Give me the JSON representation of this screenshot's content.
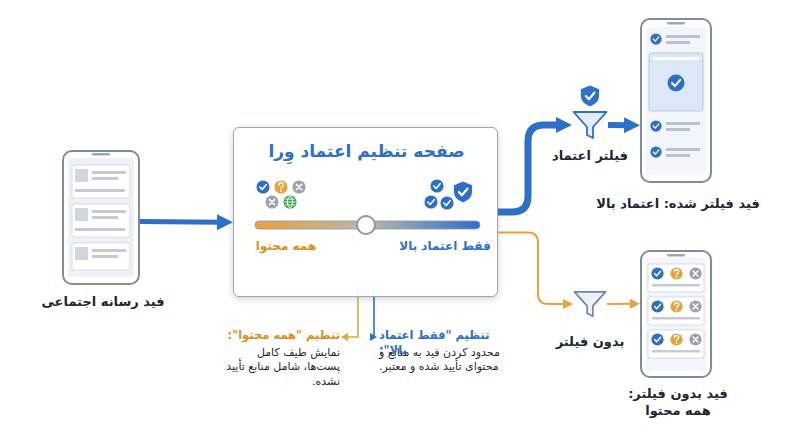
{
  "diagram": {
    "nodes": [
      {
        "text": [
          "فید رسانه اجتماعی"
        ]
      },
      {
        "text": [
          "صفحه تنظیم اعتماد وِرا",
          "همه محتوا",
          "فقط اعتماد بالا"
        ]
      },
      {
        "text": [
          "فیلتر اعتماد"
        ]
      },
      {
        "text": [
          "فید فیلتر شده: اعتماد بالا"
        ]
      },
      {
        "text": [
          "بدون فیلتر"
        ]
      },
      {
        "text": [
          "فید بدون فیلتر: همه محتوا"
        ]
      }
    ],
    "edges": [
      {
        "from": 0,
        "to": 1,
        "arrow": "to"
      },
      {
        "from": 1,
        "to": 2,
        "arrow": "to"
      },
      {
        "from": 2,
        "to": 3,
        "arrow": "to"
      },
      {
        "from": 1,
        "to": 4,
        "arrow": "to"
      },
      {
        "from": 4,
        "to": 5,
        "arrow": "to"
      }
    ],
    "labels": [
      "تنظیم \"همه محتوا\":",
      "نمایش طیف کامل پست‌ها، شامل منابع تأیید نشده.",
      "تنظیم \"فقط اعتماد بالا\":",
      "محدود کردن فید به منابع و محتوای تأیید شده و معتبر."
    ]
  }
}
